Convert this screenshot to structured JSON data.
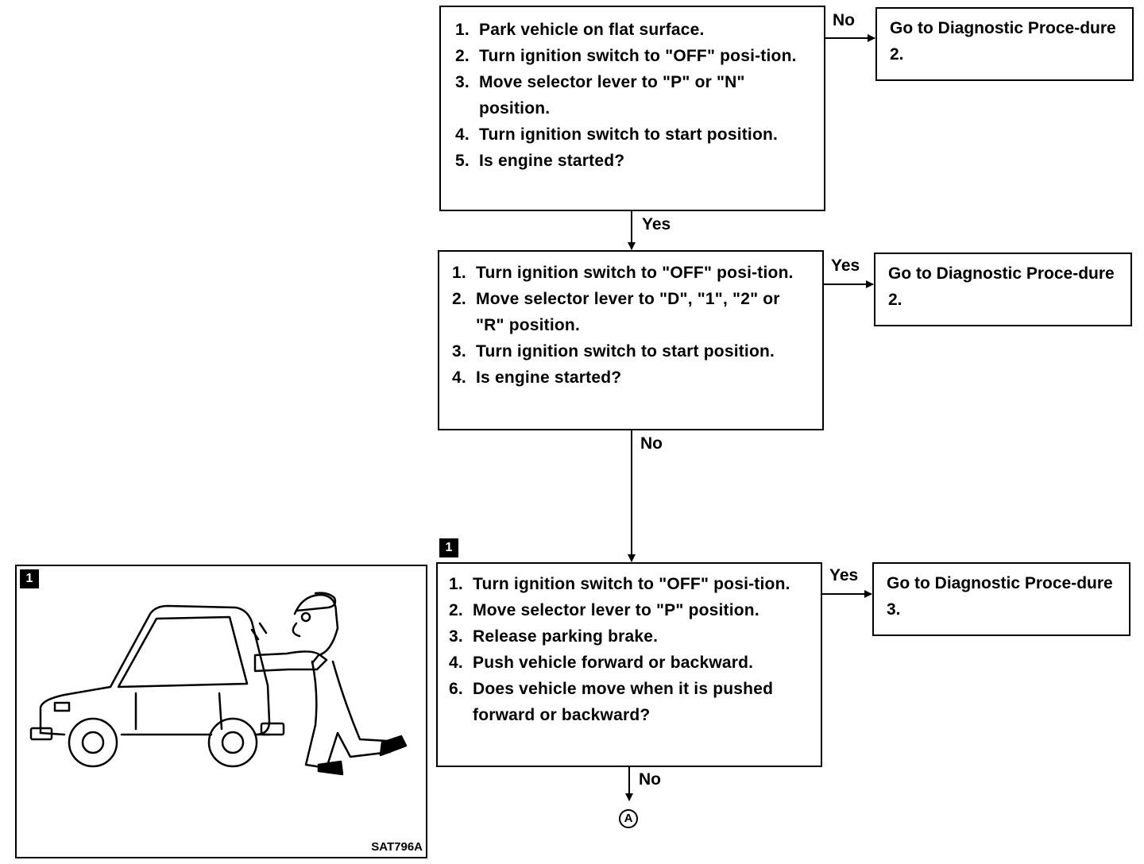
{
  "box1": {
    "steps": [
      {
        "num": "1.",
        "text": "Park vehicle on flat surface."
      },
      {
        "num": "2.",
        "text": "Turn ignition switch to \"OFF\" posi-tion."
      },
      {
        "num": "3.",
        "text": "Move selector lever to \"P\" or \"N\" position."
      },
      {
        "num": "4.",
        "text": "Turn ignition switch to start position."
      },
      {
        "num": "5.",
        "text": "Is engine started?"
      }
    ],
    "no_label": "No",
    "yes_label": "Yes",
    "no_target": "Go to Diagnostic Proce-dure 2."
  },
  "box2": {
    "steps": [
      {
        "num": "1.",
        "text": "Turn ignition switch to \"OFF\" posi-tion."
      },
      {
        "num": "2.",
        "text": "Move selector lever to \"D\", \"1\", \"2\" or \"R\" position."
      },
      {
        "num": "3.",
        "text": "Turn ignition switch to start position."
      },
      {
        "num": "4.",
        "text": "Is engine started?"
      }
    ],
    "yes_label": "Yes",
    "no_label": "No",
    "yes_target": "Go to Diagnostic Proce-dure 2."
  },
  "box3": {
    "badge": "1",
    "steps": [
      {
        "num": "1.",
        "text": "Turn ignition switch to \"OFF\" posi-tion."
      },
      {
        "num": "2.",
        "text": "Move selector lever to \"P\" position."
      },
      {
        "num": "3.",
        "text": "Release parking brake."
      },
      {
        "num": "4.",
        "text": "Push vehicle forward or backward."
      },
      {
        "num": "6.",
        "text": "Does vehicle move when it is pushed forward or backward?"
      }
    ],
    "yes_label": "Yes",
    "no_label": "No",
    "yes_target": "Go to Diagnostic Proce-dure 3.",
    "connector": "A"
  },
  "illustration": {
    "badge": "1",
    "code": "SAT796A"
  }
}
